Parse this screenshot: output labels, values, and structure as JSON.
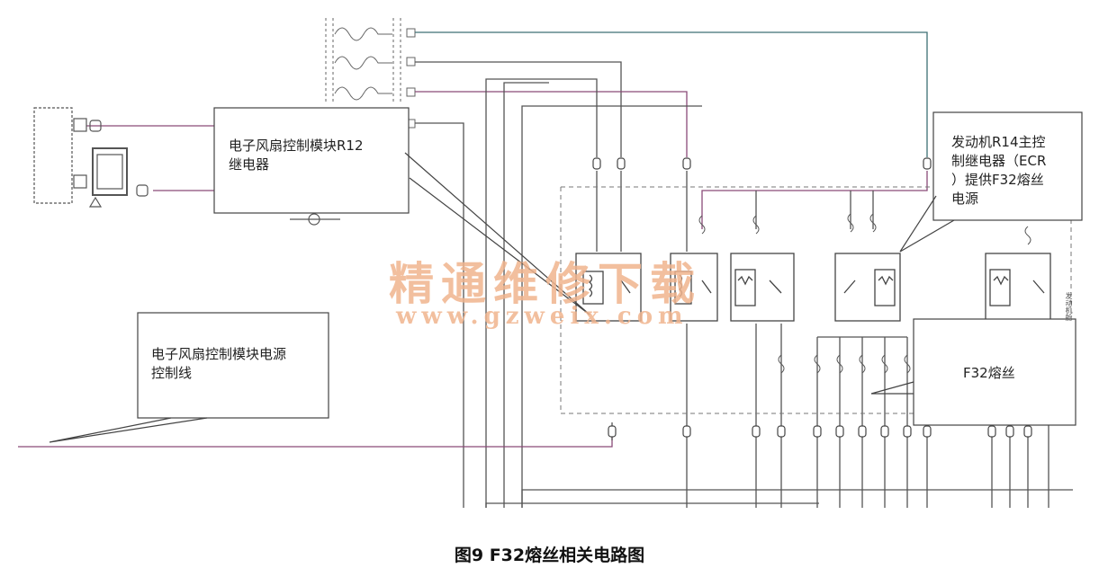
{
  "callouts": {
    "r12_relay": {
      "line1": "电子风扇控制模块R12",
      "line2": "继电器"
    },
    "power_control": {
      "line1": "电子风扇控制模块电源",
      "line2": "控制线"
    },
    "ecr_relay": {
      "line1": "发动机R14主控",
      "line2": "制继电器（ECR",
      "line3": "）提供F32熔丝",
      "line4": "电源"
    },
    "f32_fuse": {
      "label": "F32熔丝"
    }
  },
  "watermark": {
    "text": "精通维修下载",
    "url": "www.gzweix.com"
  },
  "side_label": "发动机舱",
  "caption": "图9  F32熔丝相关电路图",
  "colors": {
    "line": "#555555",
    "wire_violet": "#8a4a78",
    "wire_teal": "#3d6f74",
    "dash": "#777777",
    "watermark": "#f0b48e"
  }
}
